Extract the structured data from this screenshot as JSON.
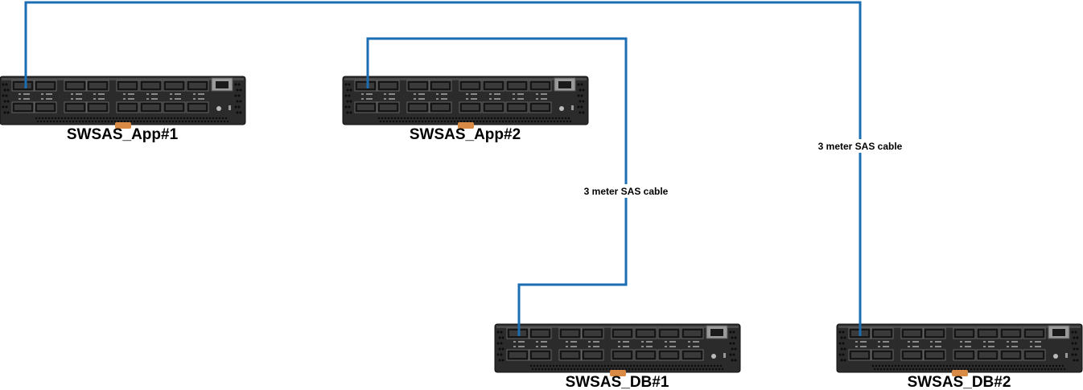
{
  "diagram": {
    "cable_color": "#1b6db4",
    "switch_color": "#2b2b2b",
    "switches": [
      {
        "id": "app1",
        "label": "SWSAS_App#1"
      },
      {
        "id": "app2",
        "label": "SWSAS_App#2"
      },
      {
        "id": "db1",
        "label": "SWSAS_DB#1"
      },
      {
        "id": "db2",
        "label": "SWSAS_DB#2"
      }
    ],
    "cables": [
      {
        "from": "app1",
        "to": "db2",
        "label": "3 meter SAS cable"
      },
      {
        "from": "app2",
        "to": "db1",
        "label": "3 meter SAS cable"
      }
    ]
  }
}
